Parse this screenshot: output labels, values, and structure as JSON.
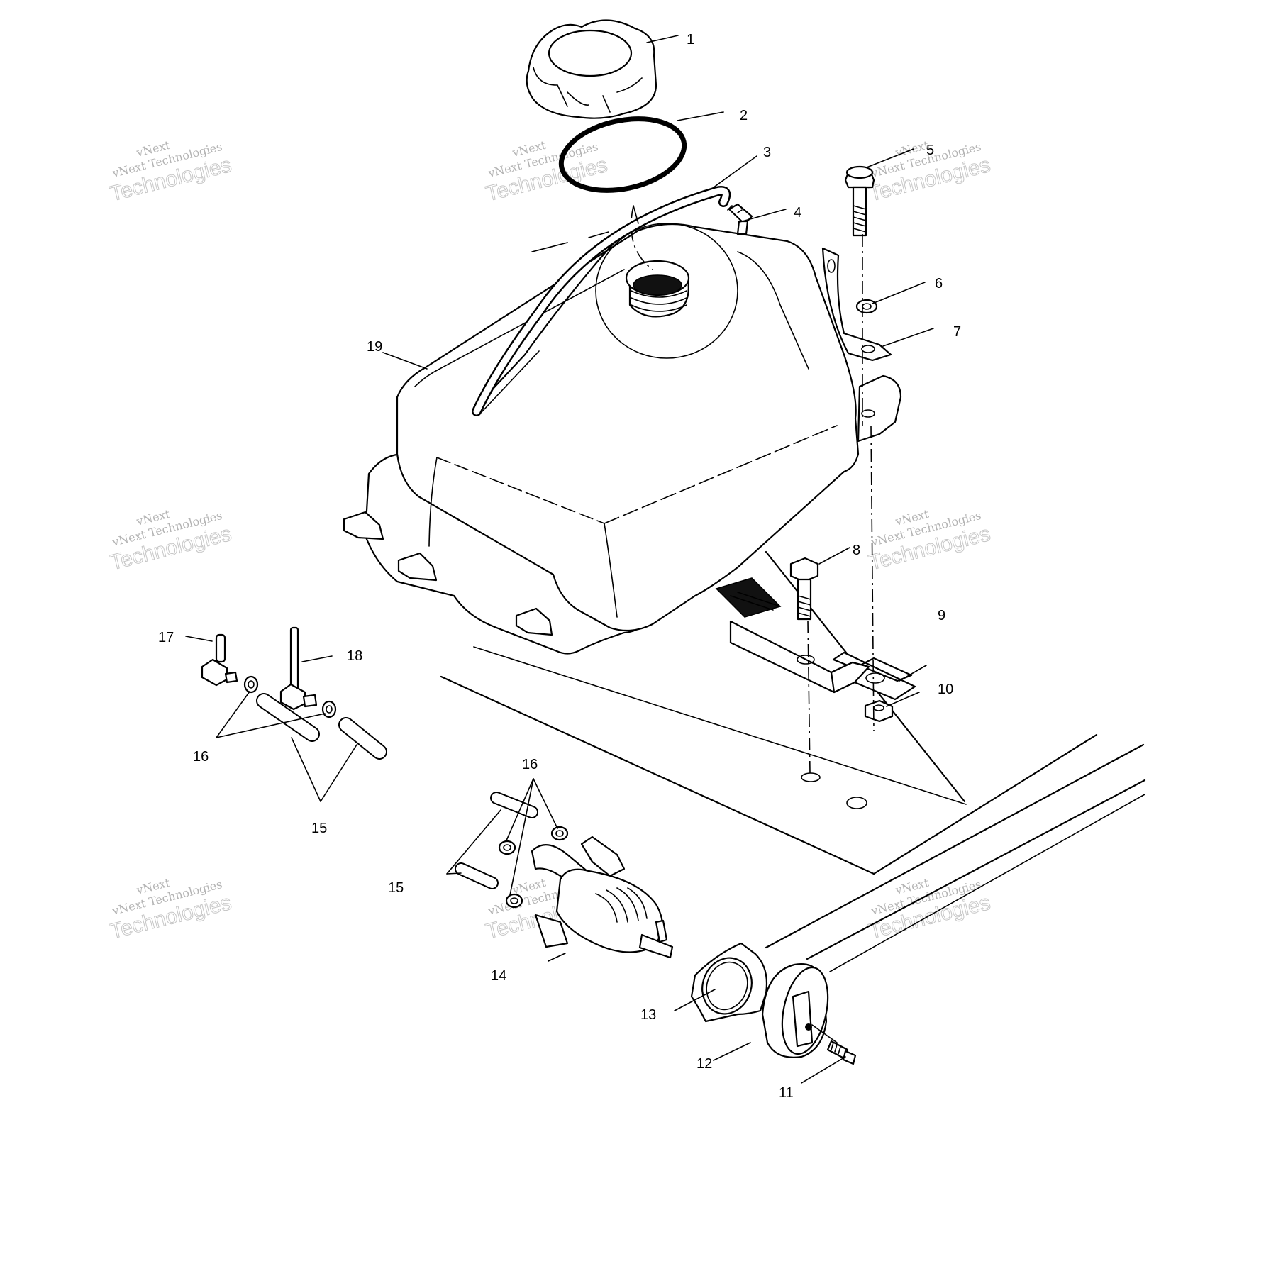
{
  "diagram": {
    "watermark": {
      "short": "vNext",
      "full": "vNext Technologies",
      "word": "Technologies"
    },
    "callouts": [
      {
        "id": "c1",
        "label": "1"
      },
      {
        "id": "c2",
        "label": "2"
      },
      {
        "id": "c3",
        "label": "3"
      },
      {
        "id": "c4",
        "label": "4"
      },
      {
        "id": "c5",
        "label": "5"
      },
      {
        "id": "c6",
        "label": "6"
      },
      {
        "id": "c7",
        "label": "7"
      },
      {
        "id": "c8",
        "label": "8"
      },
      {
        "id": "c9",
        "label": "9"
      },
      {
        "id": "c10",
        "label": "10"
      },
      {
        "id": "c11",
        "label": "11"
      },
      {
        "id": "c12",
        "label": "12"
      },
      {
        "id": "c13",
        "label": "13"
      },
      {
        "id": "c14",
        "label": "14"
      },
      {
        "id": "c15a",
        "label": "15"
      },
      {
        "id": "c15b",
        "label": "15"
      },
      {
        "id": "c16a",
        "label": "16"
      },
      {
        "id": "c16b",
        "label": "16"
      },
      {
        "id": "c17",
        "label": "17"
      },
      {
        "id": "c18",
        "label": "18"
      },
      {
        "id": "c19",
        "label": "19"
      }
    ]
  }
}
